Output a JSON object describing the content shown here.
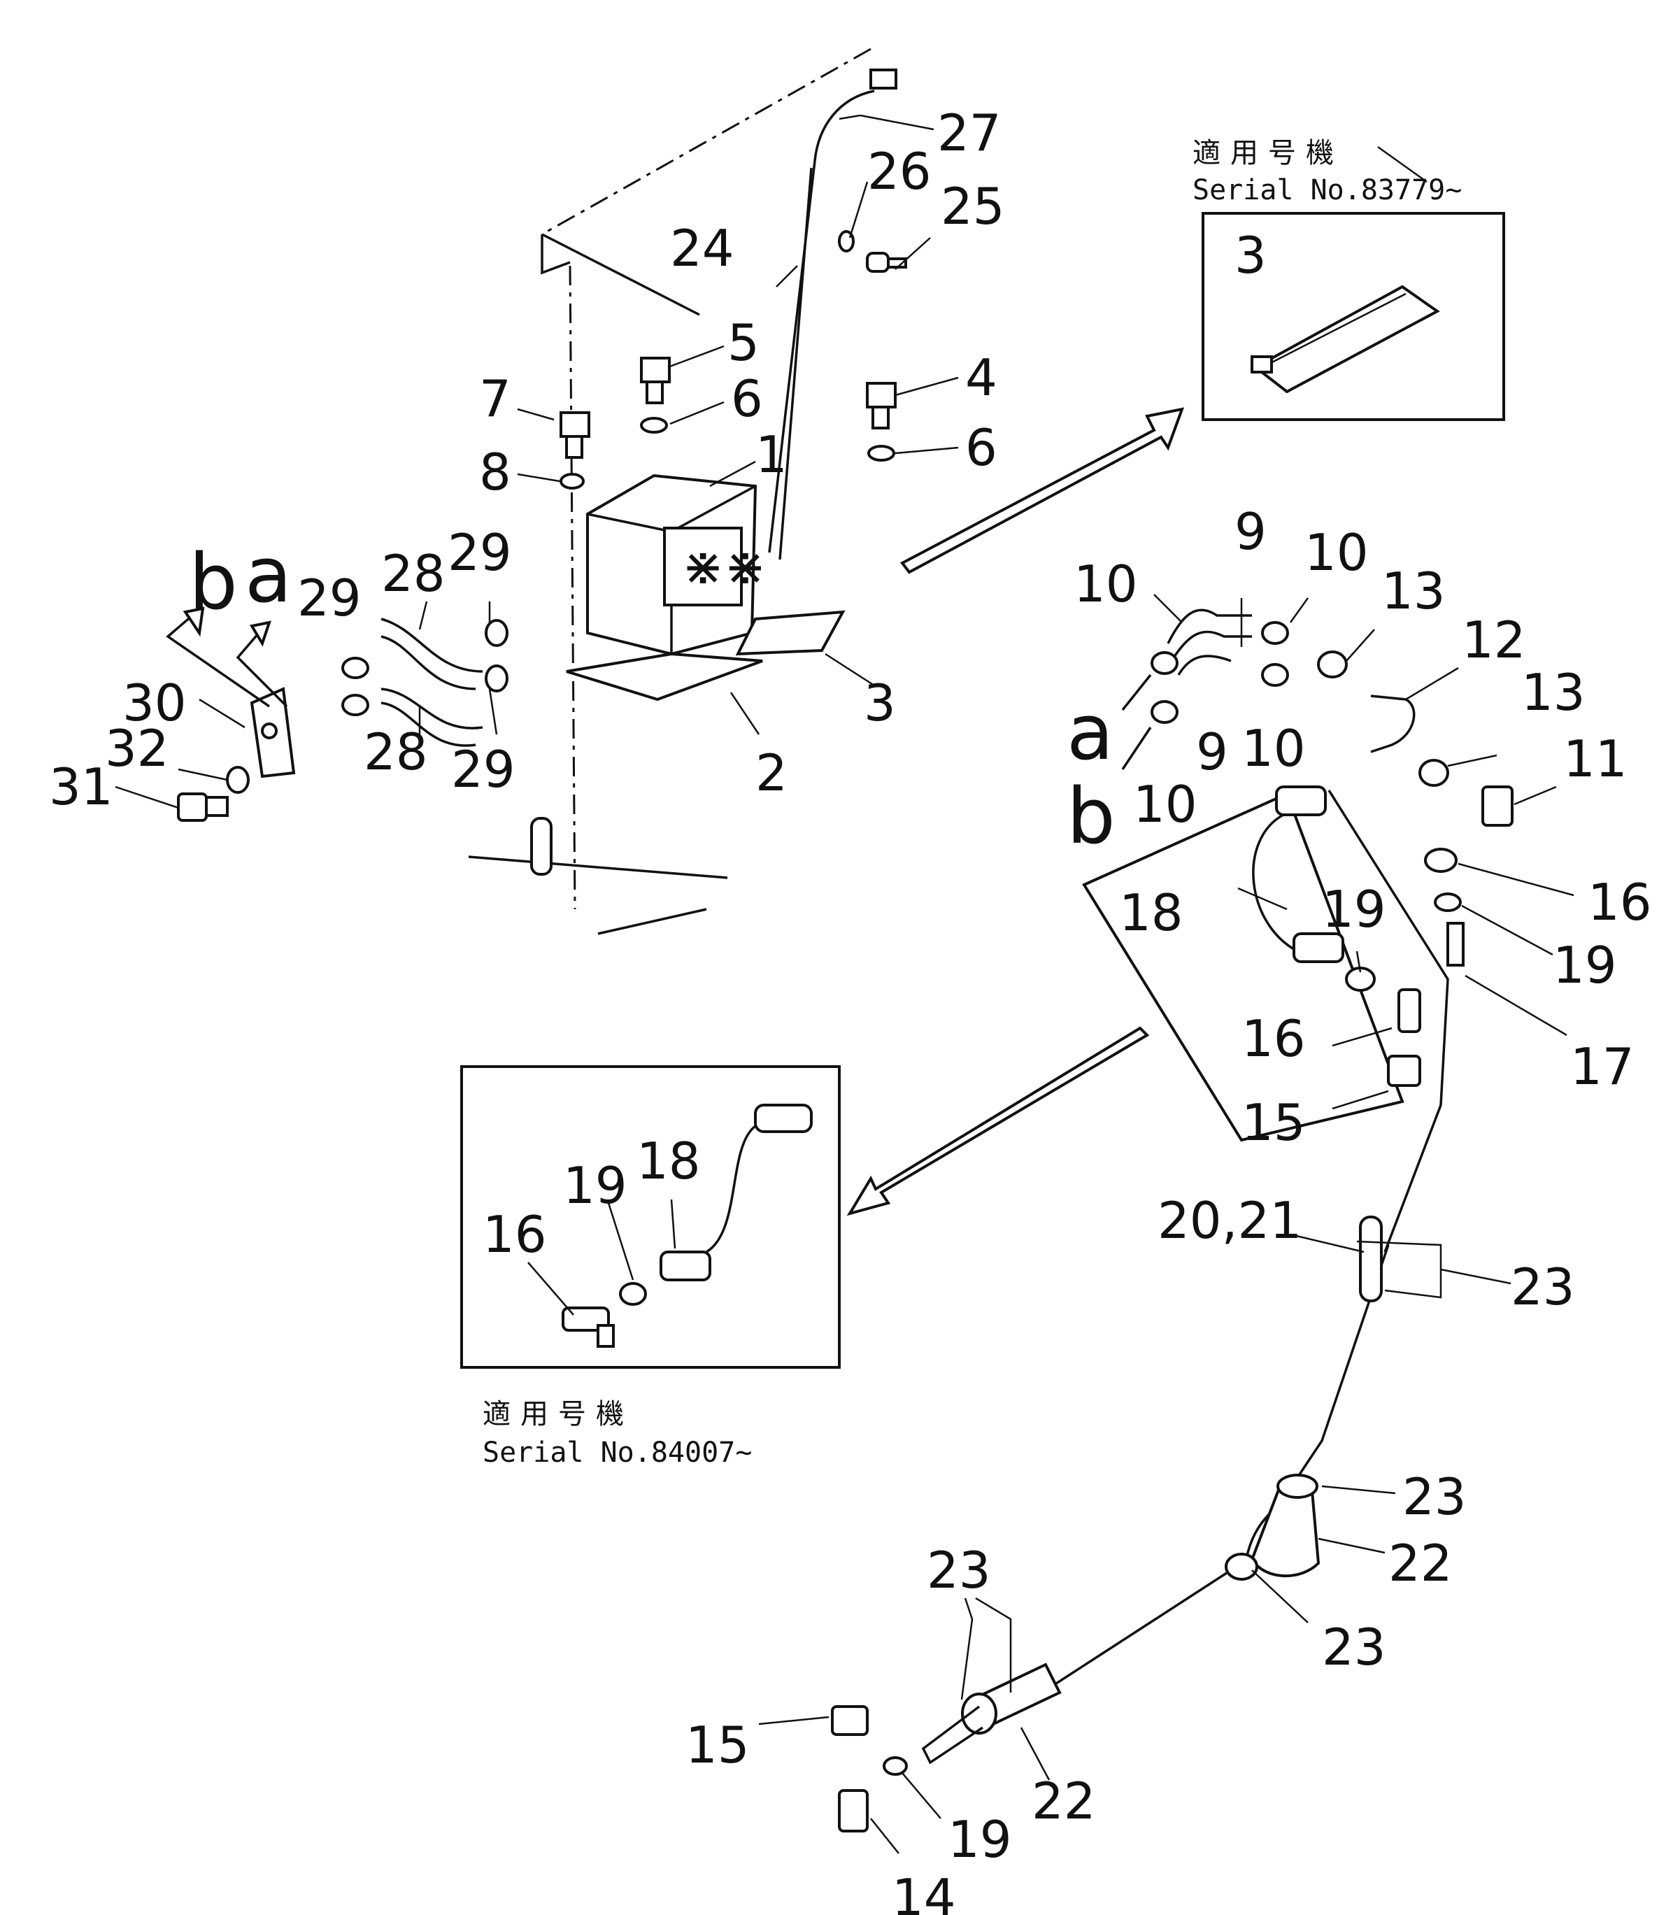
{
  "labels": {
    "l27": "27",
    "l26": "26",
    "l25": "25",
    "l24": "24",
    "l5": "5",
    "l6a": "6",
    "l4": "4",
    "l6b": "6",
    "l7": "7",
    "l1": "1",
    "l8": "8",
    "l3": "3",
    "l2": "2",
    "l29a": "29",
    "l28a": "28",
    "l29b": "29",
    "l28b": "28",
    "l29c": "29",
    "b_left": "b",
    "a_left": "a",
    "l30": "30",
    "l32": "32",
    "l31": "31",
    "l3_inset": "3",
    "l9a": "9",
    "l10a": "10",
    "l10b": "10",
    "l13a": "13",
    "l12": "12",
    "l13b": "13",
    "a_right": "a",
    "l9b": "9",
    "l10c": "10",
    "b_right": "b",
    "l10d": "10",
    "l11": "11",
    "l16a": "16",
    "l19a": "19",
    "l17": "17",
    "l18a": "18",
    "l19b": "19",
    "l16b": "16",
    "l15a": "15",
    "l20_21": "20,21",
    "l23a": "23",
    "l23b": "23",
    "l22a": "22",
    "l23c": "23",
    "l23d": "23",
    "l22b": "22",
    "l15b": "15",
    "l19c": "19",
    "l14": "14",
    "l16_inset": "16",
    "l19_inset": "19",
    "l18_inset": "18"
  },
  "captions": {
    "upper_jp": "適用号機",
    "upper_serial": "Serial No.83779∼",
    "lower_jp": "適用号機",
    "lower_serial": "Serial No.84007∼"
  }
}
